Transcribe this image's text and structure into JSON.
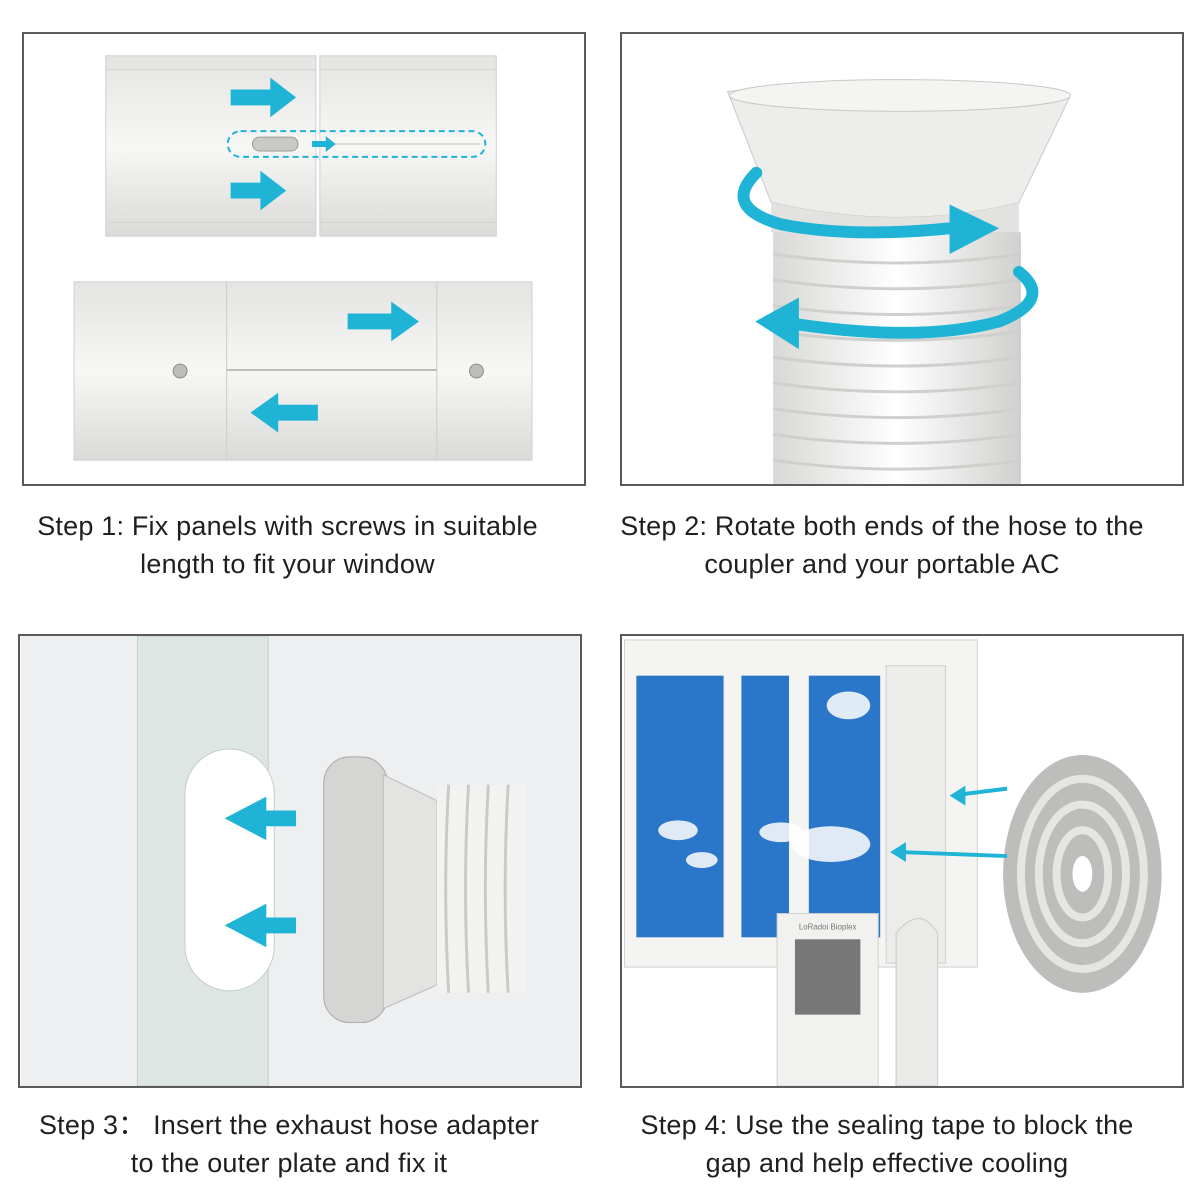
{
  "steps": [
    {
      "line1": "Step 1: Fix panels with screws in suitable",
      "line2": "length to fit your window"
    },
    {
      "line1": "Step 2: Rotate both ends of the hose to the",
      "line2": "coupler and your portable AC"
    },
    {
      "line1": "Step 3： Insert the exhaust hose adapter",
      "line2": "to the outer plate and fix it"
    },
    {
      "line1": "Step 4: Use the sealing tape to block the",
      "line2": "gap and help effective cooling"
    }
  ],
  "ac_unit": {
    "brand_label": "LoRadoi Bioplex"
  },
  "colors": {
    "arrow": "#1fb4d6",
    "frame": "#5a5a5a",
    "panel_white": "#f1f1ef",
    "sky": "#2a77c9"
  }
}
